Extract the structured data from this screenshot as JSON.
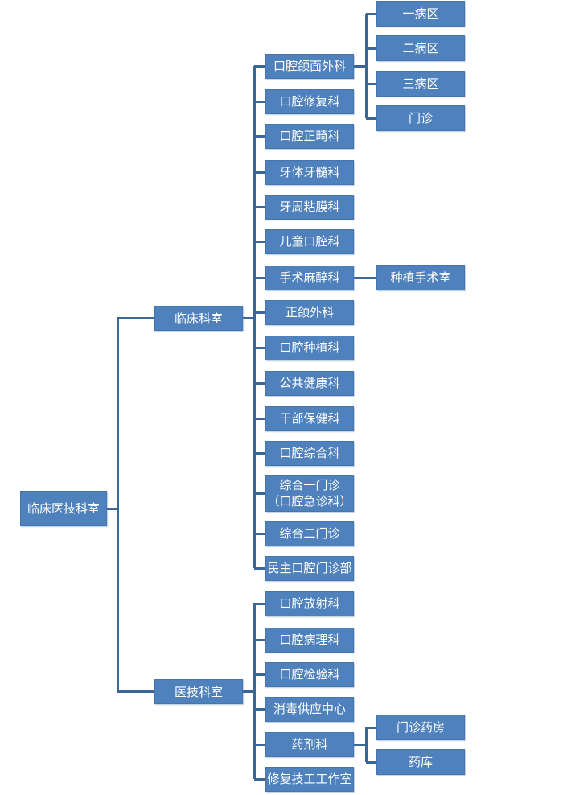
{
  "root": "临床医技科室",
  "groups": [
    {
      "label": "临床科室",
      "children": [
        {
          "label": "口腔颌面外科",
          "children": [
            "一病区",
            "二病区",
            "三病区",
            "门诊"
          ]
        },
        {
          "label": "口腔修复科"
        },
        {
          "label": "口腔正畸科"
        },
        {
          "label": "牙体牙髓科"
        },
        {
          "label": "牙周粘膜科"
        },
        {
          "label": "儿童口腔科"
        },
        {
          "label": "手术麻醉科",
          "children": [
            "种植手术室"
          ]
        },
        {
          "label": "正颌外科"
        },
        {
          "label": "口腔种植科"
        },
        {
          "label": "公共健康科"
        },
        {
          "label": "干部保健科"
        },
        {
          "label": "口腔综合科"
        },
        {
          "label": "综合一门诊\n（口腔急诊科）"
        },
        {
          "label": "综合二门诊"
        },
        {
          "label": "民主口腔门诊部"
        }
      ]
    },
    {
      "label": "医技科室",
      "children": [
        {
          "label": "口腔放射科"
        },
        {
          "label": "口腔病理科"
        },
        {
          "label": "口腔检验科"
        },
        {
          "label": "消毒供应中心"
        },
        {
          "label": "药剂科",
          "children": [
            "门诊药房",
            "药库"
          ]
        },
        {
          "label": "修复技工工作室"
        }
      ]
    }
  ],
  "colors": {
    "box": "#4F81BD",
    "line": "#3A6698"
  }
}
